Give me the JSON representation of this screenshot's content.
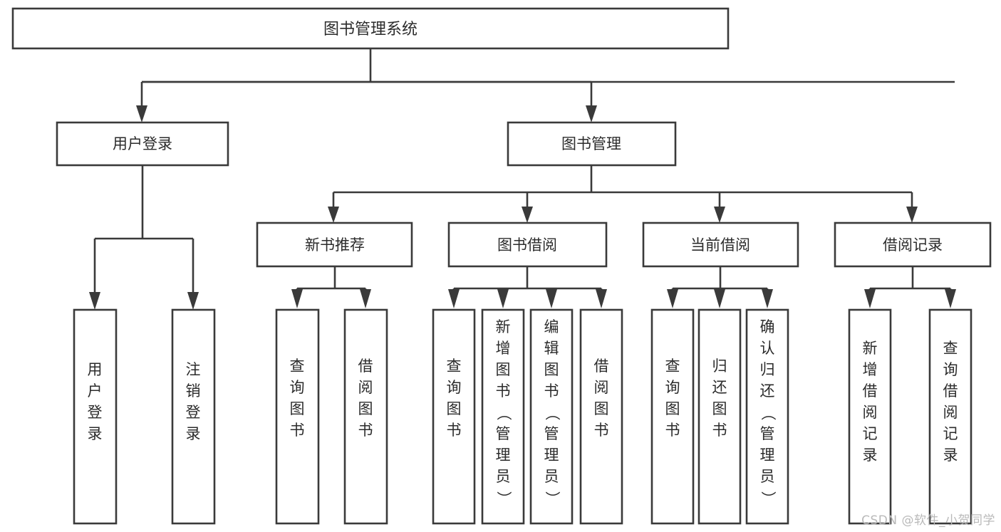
{
  "diagram": {
    "title": "图书管理系统",
    "type": "tree-hierarchy-diagram",
    "colors": {
      "stroke": "#3a3a3a",
      "box_fill": "#ffffff",
      "text": "#2b2b2b",
      "background": "#ffffff",
      "watermark": "#b9b9b9"
    },
    "root": {
      "label": "图书管理系统"
    },
    "level1": [
      {
        "label": "用户登录"
      },
      {
        "label": "图书管理"
      }
    ],
    "level2": [
      {
        "label": "新书推荐"
      },
      {
        "label": "图书借阅"
      },
      {
        "label": "当前借阅"
      },
      {
        "label": "借阅记录"
      }
    ],
    "leaves": {
      "user_login": [
        {
          "label": "用户登录"
        },
        {
          "label": "注销登录"
        }
      ],
      "new_book_recommend": [
        {
          "label": "查询图书"
        },
        {
          "label": "借阅图书"
        }
      ],
      "book_borrow": [
        {
          "label": "查询图书"
        },
        {
          "label": "新增图书（管理员）"
        },
        {
          "label": "编辑图书（管理员）"
        },
        {
          "label": "借阅图书"
        }
      ],
      "current_borrow": [
        {
          "label": "查询图书"
        },
        {
          "label": "归还图书"
        },
        {
          "label": "确认归还（管理员）"
        }
      ],
      "borrow_record": [
        {
          "label": "新增借阅记录"
        },
        {
          "label": "查询借阅记录"
        }
      ]
    },
    "watermark": "CSDN @软件_小贺同学"
  }
}
